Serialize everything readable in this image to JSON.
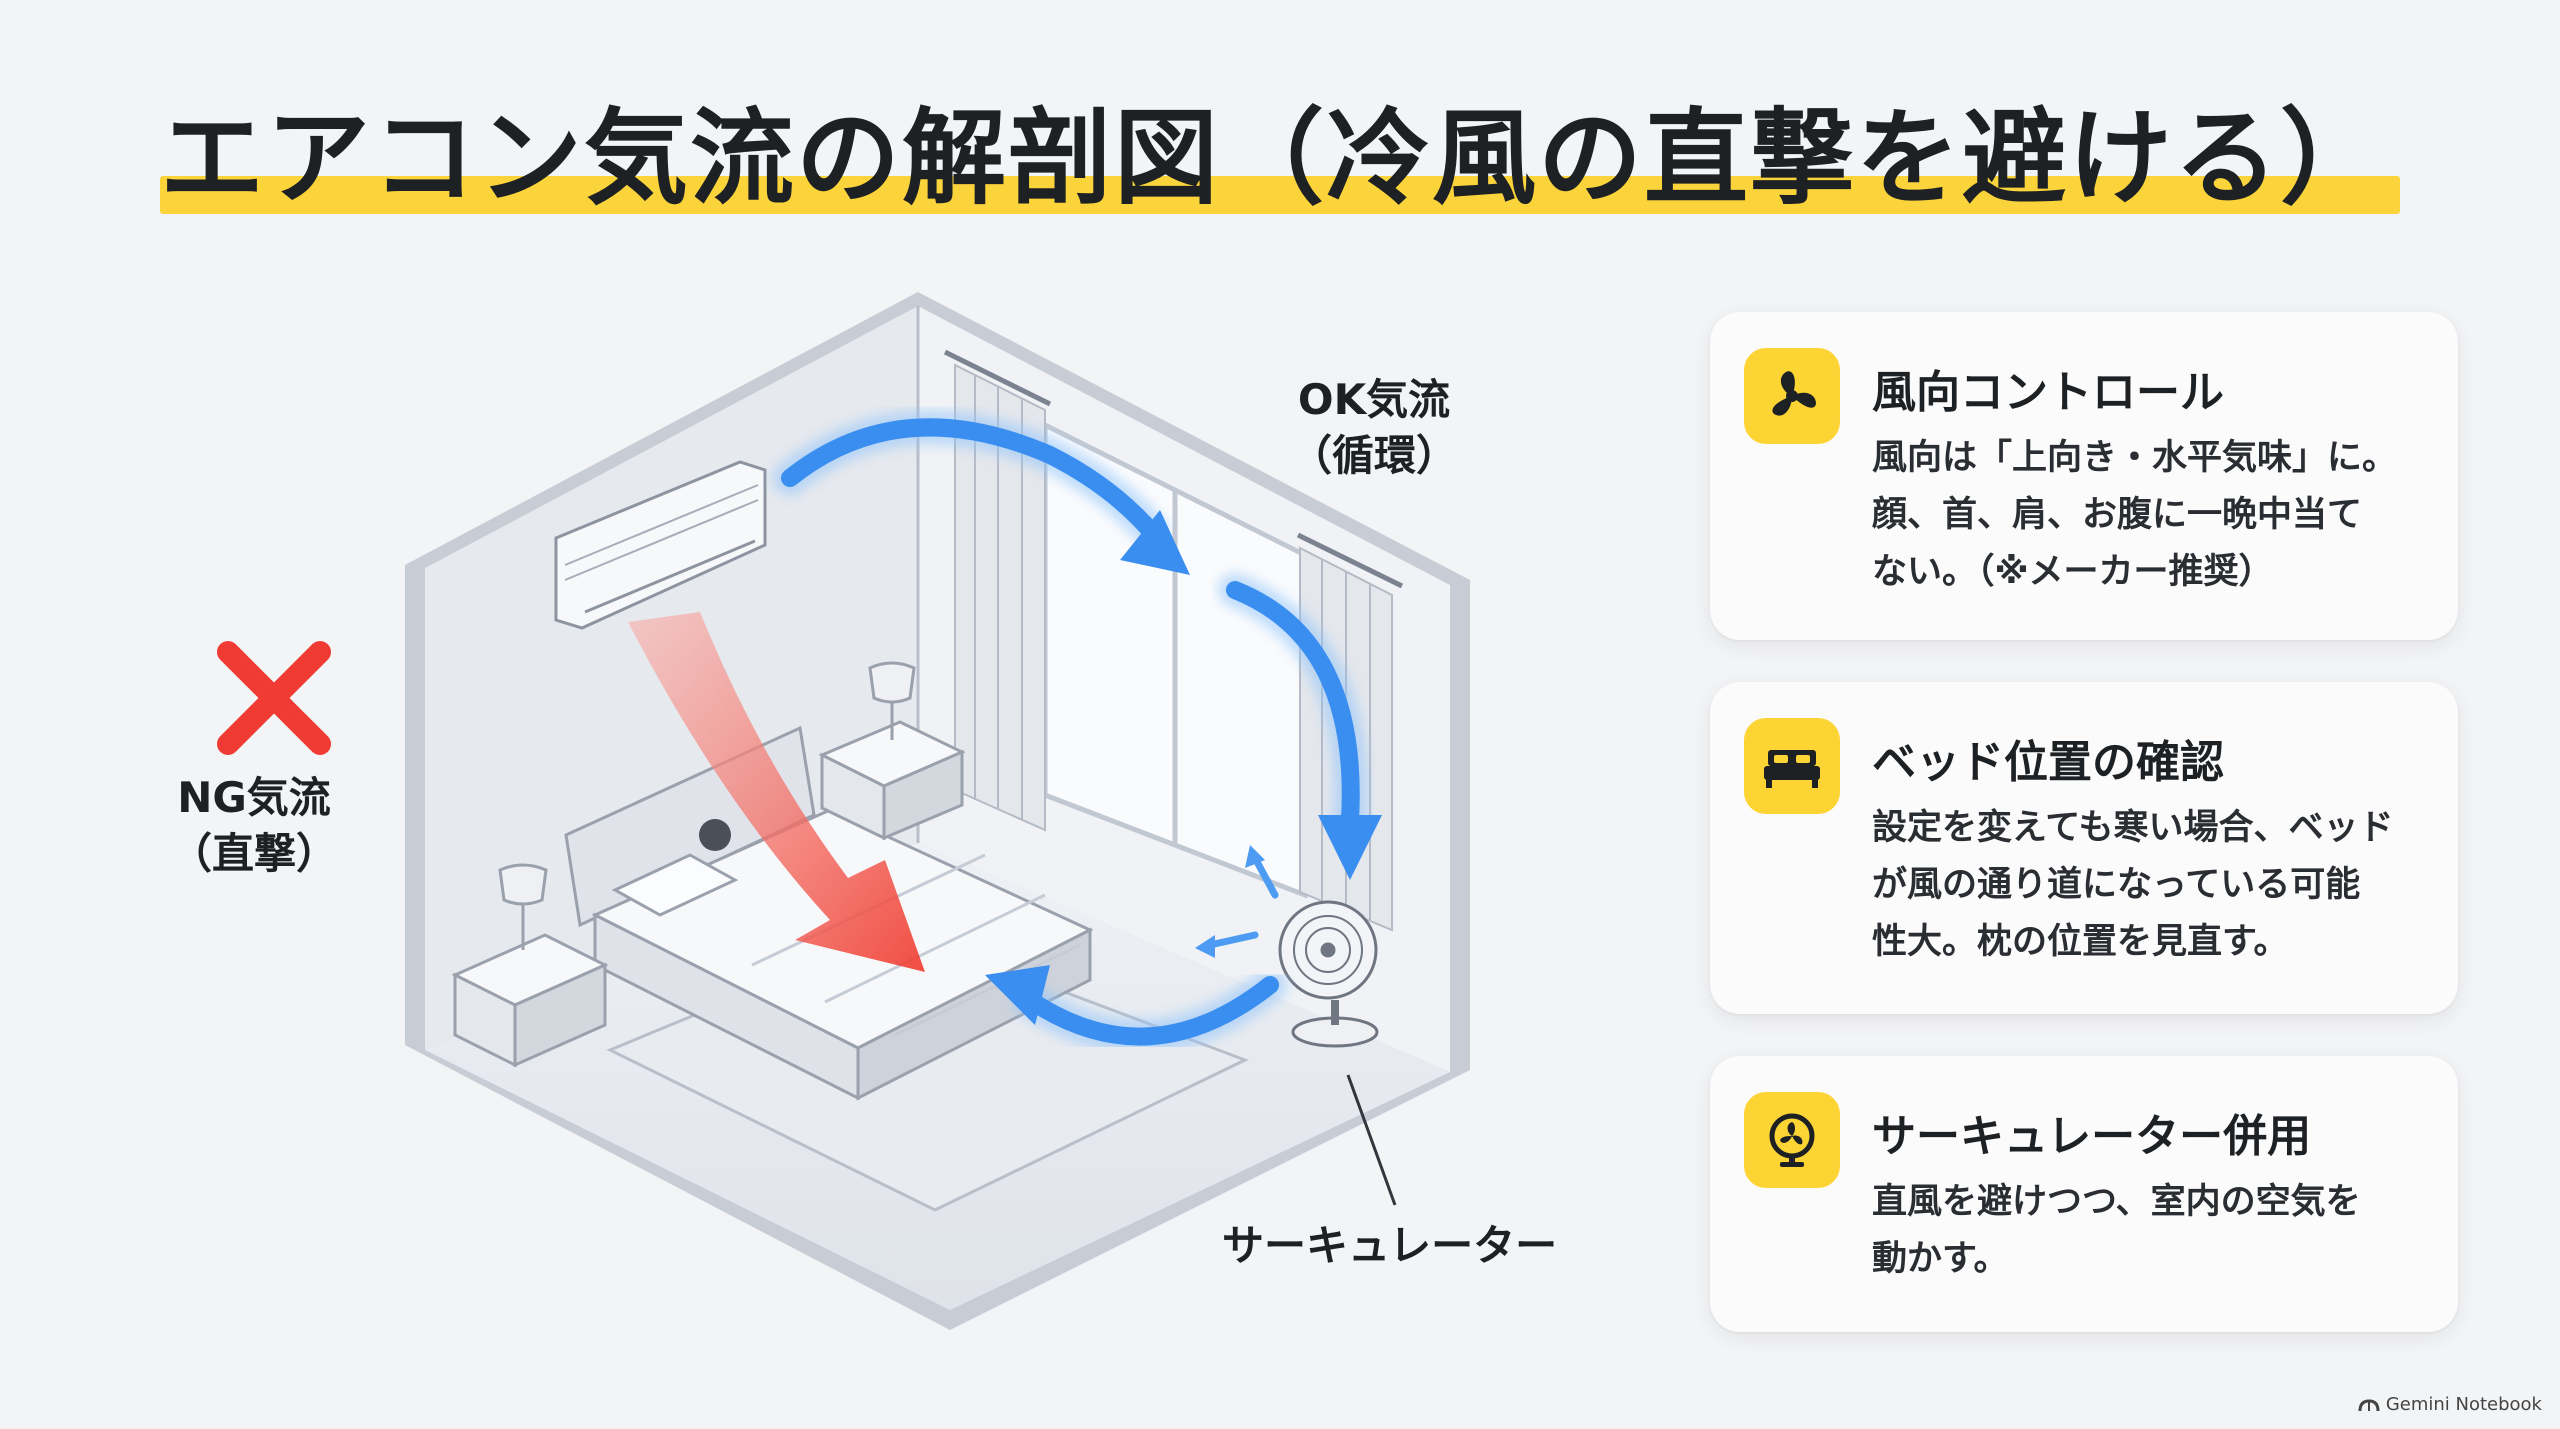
{
  "title": "エアコン気流の解剖図（冷風の直撃を避ける）",
  "labels": {
    "ng_line1": "NG気流",
    "ng_line2": "（直撃）",
    "ok_line1": "OK気流",
    "ok_line2": "（循環）",
    "circulator": "サーキュレーター"
  },
  "cards": [
    {
      "icon": "fan-icon",
      "title": "風向コントロール",
      "body": "風向は「上向き・水平気味」に。\n顔、首、肩、お腹に一晩中当て\nない。（※メーカー推奨）"
    },
    {
      "icon": "bed-icon",
      "title": "ベッド位置の確認",
      "body": "設定を変えても寒い場合、ベッド\nが風の通り道になっている可能\n性大。枕の位置を見直す。"
    },
    {
      "icon": "circulator-icon",
      "title": "サーキュレーター併用",
      "body": "直風を避けつつ、室内の空気を\n動かす。"
    }
  ],
  "footer": {
    "brand": "Gemini Notebook"
  },
  "colors": {
    "accent_yellow": "#fbd33b",
    "ng_red": "#f03a2e",
    "ok_blue": "#3a8ef0"
  }
}
